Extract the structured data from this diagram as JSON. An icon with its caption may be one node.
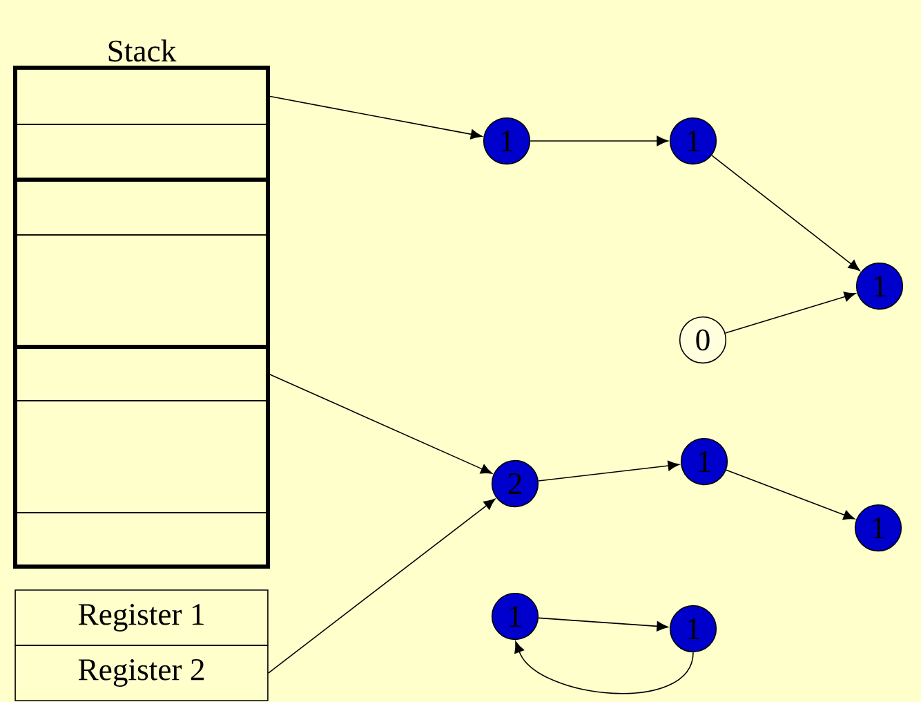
{
  "diagram": {
    "nodes": [
      {
        "text": [
          "Stack"
        ]
      },
      {
        "text": [],
        "shape": "box",
        "in": 0
      },
      {
        "text": [],
        "shape": "box",
        "in": 0
      },
      {
        "text": [],
        "shape": "box",
        "in": 0
      },
      {
        "text": [],
        "shape": "box",
        "in": 1
      },
      {
        "text": [],
        "shape": "box",
        "in": 1
      },
      {
        "text": [],
        "shape": "box",
        "in": 2
      },
      {
        "text": [],
        "shape": "box",
        "in": 2
      },
      {
        "text": [],
        "shape": "box",
        "in": 3
      },
      {
        "text": [],
        "shape": "box",
        "in": 3
      },
      {
        "text": [],
        "shape": "box",
        "in": 3
      },
      {
        "text": [
          "Register 1"
        ]
      },
      {
        "text": [
          "Register 2"
        ]
      },
      {
        "text": [
          "1"
        ]
      },
      {
        "text": [
          "1"
        ]
      },
      {
        "text": [
          "1"
        ]
      },
      {
        "text": [
          "0"
        ]
      },
      {
        "text": [
          "2"
        ]
      },
      {
        "text": [
          "1"
        ]
      },
      {
        "text": [
          "1"
        ]
      },
      {
        "text": [
          "1"
        ]
      },
      {
        "text": [
          "1"
        ]
      }
    ],
    "edges": [
      {
        "from": 4,
        "to": 13,
        "arrow": "to"
      },
      {
        "from": 8,
        "to": 17,
        "arrow": "to"
      },
      {
        "from": 12,
        "to": 17,
        "arrow": "to"
      },
      {
        "from": 13,
        "to": 14,
        "arrow": "to"
      },
      {
        "from": 14,
        "to": 15,
        "arrow": "to"
      },
      {
        "from": 16,
        "to": 15,
        "arrow": "to"
      },
      {
        "from": 17,
        "to": 18,
        "arrow": "to"
      },
      {
        "from": 18,
        "to": 19,
        "arrow": "to"
      },
      {
        "from": 20,
        "to": 21,
        "arrow": "to"
      },
      {
        "from": 21,
        "to": 20,
        "arrow": "to"
      }
    ]
  }
}
